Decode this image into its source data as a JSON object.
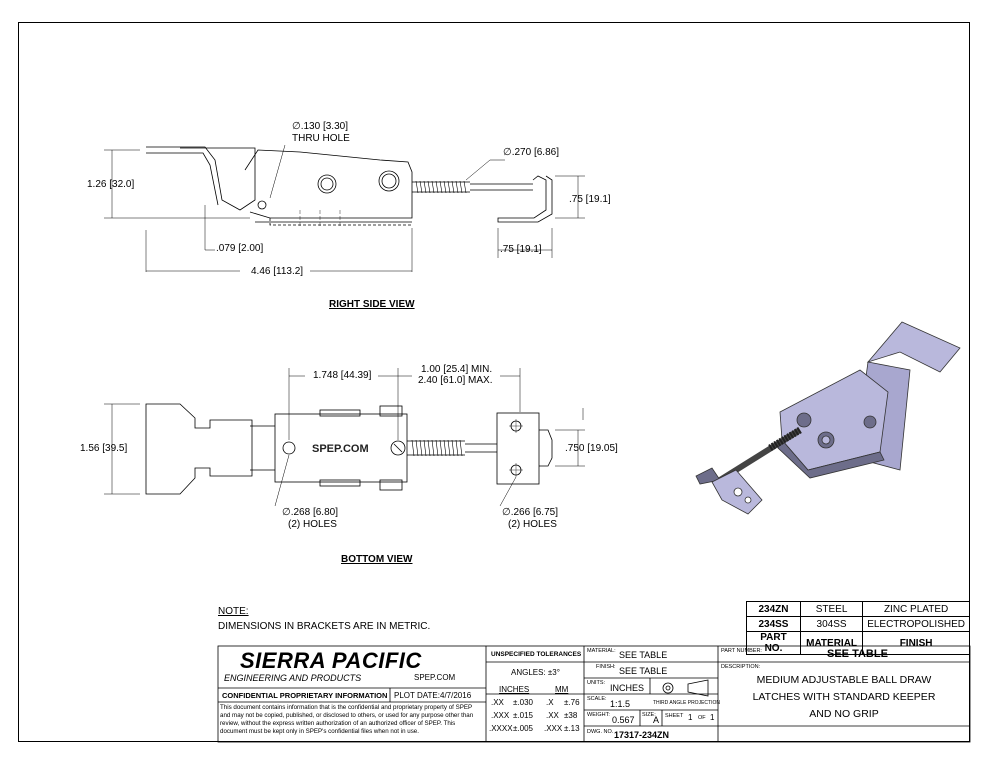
{
  "right_side_view": {
    "title": "RIGHT SIDE VIEW",
    "hole_dia": "∅.130 [3.30]",
    "hole_note": "THRU HOLE",
    "rod_dia": "∅.270 [6.86]",
    "height": "1.26 [32.0]",
    "keeper_height": ".75 [19.1]",
    "keeper_width": ".75 [19.1]",
    "thickness": ".079 [2.00]",
    "length": "4.46 [113.2]"
  },
  "bottom_view": {
    "title": "BOTTOM VIEW",
    "offset": "1.748 [44.39]",
    "reach_min": "1.00 [25.4] MIN.",
    "reach_max": "2.40 [61.0] MAX.",
    "width": "1.56 [39.5]",
    "keeper_width": ".750 [19.05]",
    "base_holes": "∅.268 [6.80]",
    "base_holes_qty": "(2) HOLES",
    "keeper_holes": "∅.266 [6.75]",
    "keeper_holes_qty": "(2) HOLES",
    "stamp": "SPEP.COM"
  },
  "note": {
    "heading": "NOTE:",
    "text": "DIMENSIONS IN BRACKETS ARE IN METRIC."
  },
  "material_table": {
    "rows": [
      {
        "part": "234ZN",
        "material": "STEEL",
        "finish": "ZINC PLATED"
      },
      {
        "part": "234SS",
        "material": "304SS",
        "finish": "ELECTROPOLISHED"
      }
    ],
    "headers": {
      "part": "PART NO.",
      "material": "MATERIAL",
      "finish": "FINISH"
    }
  },
  "title_block": {
    "company": "SIERRA PACIFIC",
    "company_sub": "ENGINEERING AND PRODUCTS",
    "website": "SPEP.COM",
    "confidential": "CONFIDENTIAL PROPRIETARY INFORMATION",
    "plot_date_label": "PLOT DATE:",
    "plot_date": "4/7/2016",
    "disclaimer": "This document contains information that is the confidential and proprietary property of SPEP and may not be copied, published, or disclosed to others, or used for any purpose other than review, without the express written authorization of an authorized officer of SPEP. This document must be kept only in SPEP's confidential files when not in use.",
    "tolerances": {
      "title": "UNSPECIFIED TOLERANCES",
      "angles": "ANGLES: ±3°",
      "inches_label": "INCHES",
      "mm_label": "MM",
      "rows": [
        {
          "in_key": ".XX",
          "in_val": "±.030",
          "mm_key": ".X",
          "mm_val": "±.76"
        },
        {
          "in_key": ".XXX",
          "in_val": "±.015",
          "mm_key": ".XX",
          "mm_val": "±38"
        },
        {
          "in_key": ".XXXX",
          "in_val": "±.005",
          "mm_key": ".XXX",
          "mm_val": "±.13"
        }
      ]
    },
    "material_label": "MATERIAL:",
    "material": "SEE TABLE",
    "finish_label": "FINISH:",
    "finish": "SEE TABLE",
    "units_label": "UNITS:",
    "units": "INCHES",
    "projection_label": "THIRD ANGLE PROJECTION",
    "scale_label": "SCALE:",
    "scale": "1:1.5",
    "weight_label": "WEIGHT:",
    "weight": "0.567",
    "size_label": "SIZE:",
    "size": "A",
    "sheet_label": "SHEET",
    "sheet": "1",
    "of_label": "OF",
    "sheets": "1",
    "dwg_label": "DWG. NO.",
    "dwg": "17317-234ZN",
    "part_number_label": "PART NUMBER:",
    "part_number": "SEE TABLE",
    "description_label": "DESCRIPTION:",
    "description_1": "MEDIUM ADJUSTABLE BALL DRAW",
    "description_2": "LATCHES WITH STANDARD KEEPER",
    "description_3": "AND NO GRIP"
  },
  "colors": {
    "iso_body": "#b9b8dc",
    "iso_dark": "#6d6d8a",
    "line": "#000000"
  }
}
